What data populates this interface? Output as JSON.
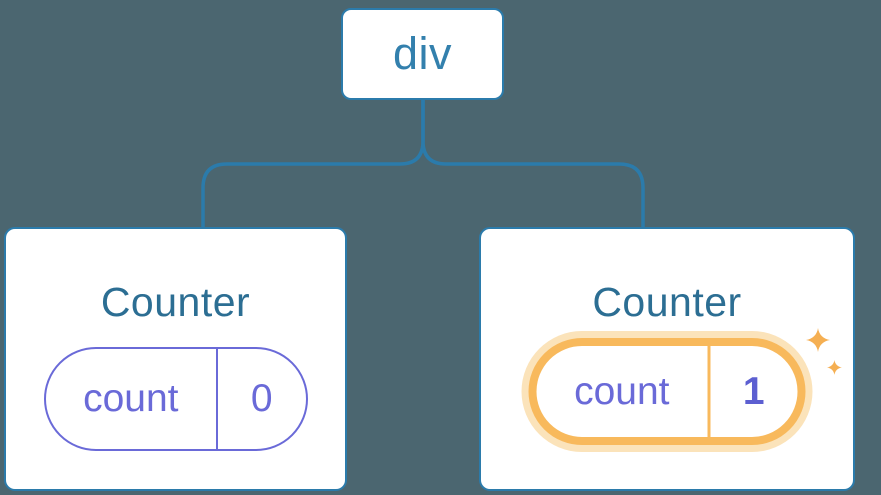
{
  "diagram": {
    "root_node": {
      "label": "div"
    },
    "counters": [
      {
        "title": "Counter",
        "state_key": "count",
        "state_value": "0",
        "highlighted": false
      },
      {
        "title": "Counter",
        "state_key": "count",
        "state_value": "1",
        "highlighted": true
      }
    ]
  },
  "icons": {
    "sparkles": "sparkles-icon"
  },
  "colors": {
    "background": "#4B6670",
    "connector_blue": "#2B7BAB",
    "root_text_blue": "#3380AD",
    "title_blue": "#2C6E93",
    "state_purple": "#6A6AD8",
    "value_bold_purple": "#5C5FD1",
    "highlight_orange": "#F8B95C",
    "highlight_glow": "#FBE3BA",
    "sparkle_orange": "#F5AF52",
    "card_background": "#FFFFFF"
  }
}
